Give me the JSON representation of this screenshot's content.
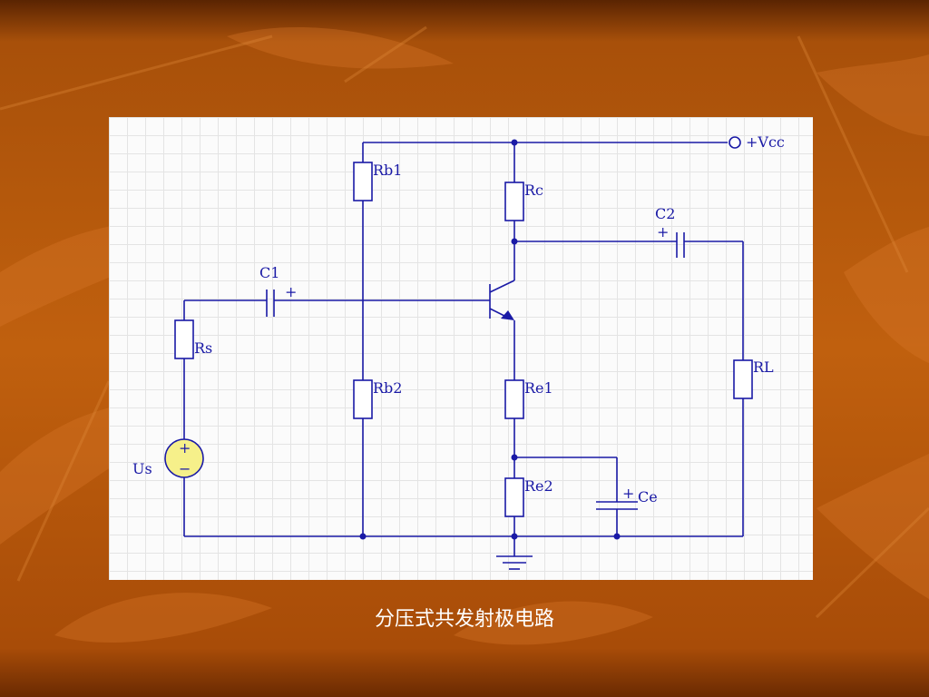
{
  "slide": {
    "caption": "分压式共发射极电路",
    "background_color": "#b8560c"
  },
  "diagram": {
    "wire_color": "#1a1aa6",
    "labels": {
      "vcc": "+Vcc",
      "rb1": "Rb1",
      "rc": "Rc",
      "c2": "C2",
      "c2_plus": "+",
      "c1": "C1",
      "c1_plus": "+",
      "rs": "Rs",
      "rl": "RL",
      "rb2": "Rb2",
      "re1": "Re1",
      "re2": "Re2",
      "ce_plus": "+",
      "ce": "Ce",
      "us": "Us",
      "us_plus": "+",
      "us_minus": "−"
    }
  }
}
